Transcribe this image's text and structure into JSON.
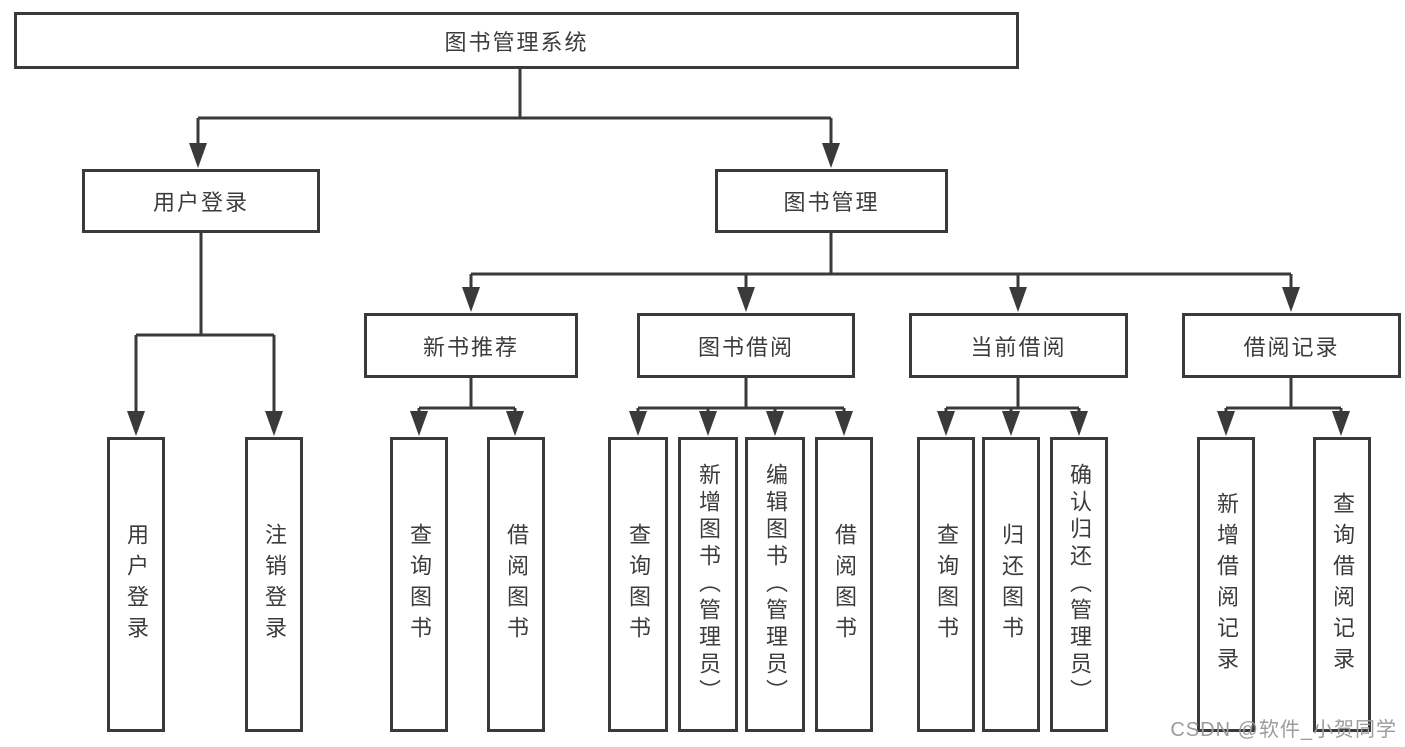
{
  "diagram": {
    "root": {
      "label": "图书管理系统"
    },
    "branches": [
      {
        "label": "用户登录",
        "children": [
          {
            "label": "用户登录"
          },
          {
            "label": "注销登录"
          }
        ]
      },
      {
        "label": "图书管理",
        "children": [
          {
            "label": "新书推荐",
            "children": [
              {
                "label": "查询图书"
              },
              {
                "label": "借阅图书"
              }
            ]
          },
          {
            "label": "图书借阅",
            "children": [
              {
                "label": "查询图书"
              },
              {
                "label": "新增图书（管理员）"
              },
              {
                "label": "编辑图书（管理员）"
              },
              {
                "label": "借阅图书"
              }
            ]
          },
          {
            "label": "当前借阅",
            "children": [
              {
                "label": "查询图书"
              },
              {
                "label": "归还图书"
              },
              {
                "label": "确认归还（管理员）"
              }
            ]
          },
          {
            "label": "借阅记录",
            "children": [
              {
                "label": "新增借阅记录"
              },
              {
                "label": "查询借阅记录"
              }
            ]
          }
        ]
      }
    ]
  },
  "watermark": {
    "text": "CSDN @软件_小贺同学",
    "color": "#9c9c9c"
  },
  "colors": {
    "line": "#3a3a3a",
    "box_border": "#3a3a3a",
    "box_fill": "#ffffff",
    "text": "#3c3c3c",
    "background": "#ffffff"
  }
}
